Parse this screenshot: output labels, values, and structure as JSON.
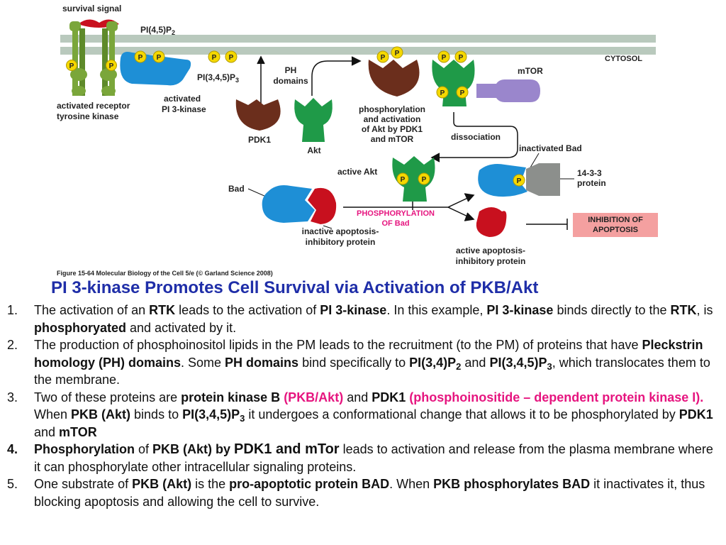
{
  "figure": {
    "labels": {
      "survival_signal": "survival signal",
      "pip2": "PI(4,5)P",
      "pip2_sub": "2",
      "cytosol": "CYTOSOL",
      "pip3": "PI(3,4,5)P",
      "pip3_sub": "3",
      "ph_domains_1": "PH",
      "ph_domains_2": "domains",
      "activated_receptor_1": "activated receptor",
      "activated_receptor_2": "tyrosine kinase",
      "activated_pi3k_1": "activated",
      "activated_pi3k_2": "PI 3-kinase",
      "pdk1": "PDK1",
      "akt": "Akt",
      "phos_act_1": "phosphorylation",
      "phos_act_2": "and activation",
      "phos_act_3": "of Akt by PDK1",
      "phos_act_4": "and mTOR",
      "mtor": "mTOR",
      "dissociation": "dissociation",
      "inactivated_bad": "inactivated Bad",
      "active_akt": "active Akt",
      "bad": "Bad",
      "protein_1433_1": "14-3-3",
      "protein_1433_2": "protein",
      "phos_bad_1": "PHOSPHORYLATION",
      "phos_bad_2": "OF Bad",
      "inhibition_1": "INHIBITION OF",
      "inhibition_2": "APOPTOSIS",
      "inactive_inhib_1": "inactive apoptosis-",
      "inactive_inhib_2": "inhibitory protein",
      "active_inhib_1": "active apoptosis-",
      "active_inhib_2": "inhibitory protein",
      "phosphate": "P",
      "caption": "Figure 15-64 Molecular Biology of the Cell 5/e (© Garland Science 2008)"
    },
    "colors": {
      "membrane": "#b9c9bd",
      "receptor": "#7aa63a",
      "pi3k": "#1e8fd6",
      "pdk1": "#6b2e1c",
      "akt": "#1f9a48",
      "mtor": "#9a86cc",
      "bad": "#1e8fd6",
      "inhibitor": "#c8101e",
      "phosphate": "#f5d800",
      "protein_1433": "#8c8f8c",
      "inhibition_box": "#f4a0a0",
      "phos_bad_text": "#e6157f"
    }
  },
  "title": "PI 3-kinase Promotes Cell Survival via Activation of PKB/Akt",
  "points": [
    {
      "num": "1.",
      "parts": [
        {
          "t": "The activation of an "
        },
        {
          "t": "RTK",
          "b": true
        },
        {
          "t": " leads to the activation of "
        },
        {
          "t": "PI 3-kinase",
          "b": true
        },
        {
          "t": ".  In this example, "
        },
        {
          "t": "PI 3-kinase",
          "b": true
        },
        {
          "t": " binds directly to the "
        },
        {
          "t": "RTK",
          "b": true
        },
        {
          "t": ", is "
        },
        {
          "t": "phosphoryated",
          "b": true
        },
        {
          "t": " and activated by it."
        }
      ]
    },
    {
      "num": "2.",
      "parts": [
        {
          "t": "The production of phosphoinositol lipids in the PM leads to the recruitment (to the PM) of proteins that have "
        },
        {
          "t": "Pleckstrin homology (PH) domains",
          "b": true
        },
        {
          "t": ".  Some "
        },
        {
          "t": "PH domains",
          "b": true
        },
        {
          "t": " bind specifically to "
        },
        {
          "t": "PI(3,4)P",
          "b": true
        },
        {
          "t": "2",
          "b": true,
          "sub": true
        },
        {
          "t": " and "
        },
        {
          "t": "PI(3,4,5)P",
          "b": true
        },
        {
          "t": "3",
          "b": true,
          "sub": true
        },
        {
          "t": ", which translocates them to the membrane."
        }
      ]
    },
    {
      "num": "3.",
      "parts": [
        {
          "t": "Two of these proteins are "
        },
        {
          "t": "protein kinase B",
          "b": true
        },
        {
          "t": " "
        },
        {
          "t": "(PKB/Akt)",
          "pink": true
        },
        {
          "t": " and "
        },
        {
          "t": "PDK1",
          "b": true
        },
        {
          "t": " "
        },
        {
          "t": "(phosphoinositide – dependent protein kinase I).",
          "pink": true
        },
        {
          "t": "  When "
        },
        {
          "t": "PKB (Akt)",
          "b": true
        },
        {
          "t": " binds to "
        },
        {
          "t": "PI(3,4,5)P",
          "b": true
        },
        {
          "t": "3",
          "b": true,
          "sub": true
        },
        {
          "t": " it undergoes a conformational change that allows it to be phosphorylated by "
        },
        {
          "t": "PDK1",
          "b": true
        },
        {
          "t": " and "
        },
        {
          "t": "mTOR",
          "b": true
        }
      ]
    },
    {
      "num": "4.",
      "numBold": true,
      "parts": [
        {
          "t": "Phosphorylation",
          "b": true
        },
        {
          "t": " of "
        },
        {
          "t": "PKB (Akt) by ",
          "b": true
        },
        {
          "t": "PDK1 and mTor",
          "b": true,
          "big": true
        },
        {
          "t": " leads to activation and release  from the plasma membrane where it can phosphorylate other intracellular signaling proteins."
        }
      ]
    },
    {
      "num": "5.",
      "parts": [
        {
          "t": "One substrate of "
        },
        {
          "t": "PKB (Akt)",
          "b": true
        },
        {
          "t": " is the "
        },
        {
          "t": "pro-apoptotic protein BAD",
          "b": true
        },
        {
          "t": ".  When "
        },
        {
          "t": "PKB phosphorylates BAD",
          "b": true
        },
        {
          "t": " it inactivates it, thus blocking apoptosis and allowing the cell to survive."
        }
      ]
    }
  ]
}
